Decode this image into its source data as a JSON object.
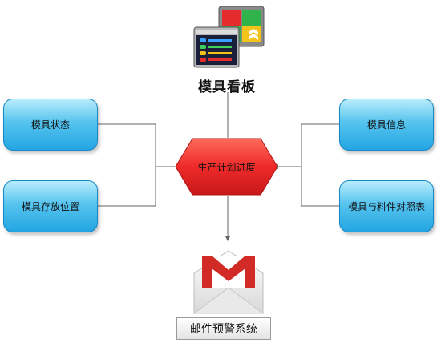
{
  "dashboard": {
    "title": "模具看板",
    "icon": "dashboard-windows-icon"
  },
  "center_node": {
    "label": "生产计划进度",
    "color": "#ee2a2a"
  },
  "left_nodes": [
    {
      "label": "模具状态"
    },
    {
      "label": "模具存放位置"
    }
  ],
  "right_nodes": [
    {
      "label": "模具信息"
    },
    {
      "label": "模具与料件对照表"
    }
  ],
  "mail": {
    "label": "邮件预警系统",
    "icon": "gmail-envelope-icon"
  },
  "colors": {
    "node_fill": "#3fb6ea",
    "node_border": "#1689c6",
    "hexagon": "#ee2a2a",
    "line": "#666666"
  }
}
